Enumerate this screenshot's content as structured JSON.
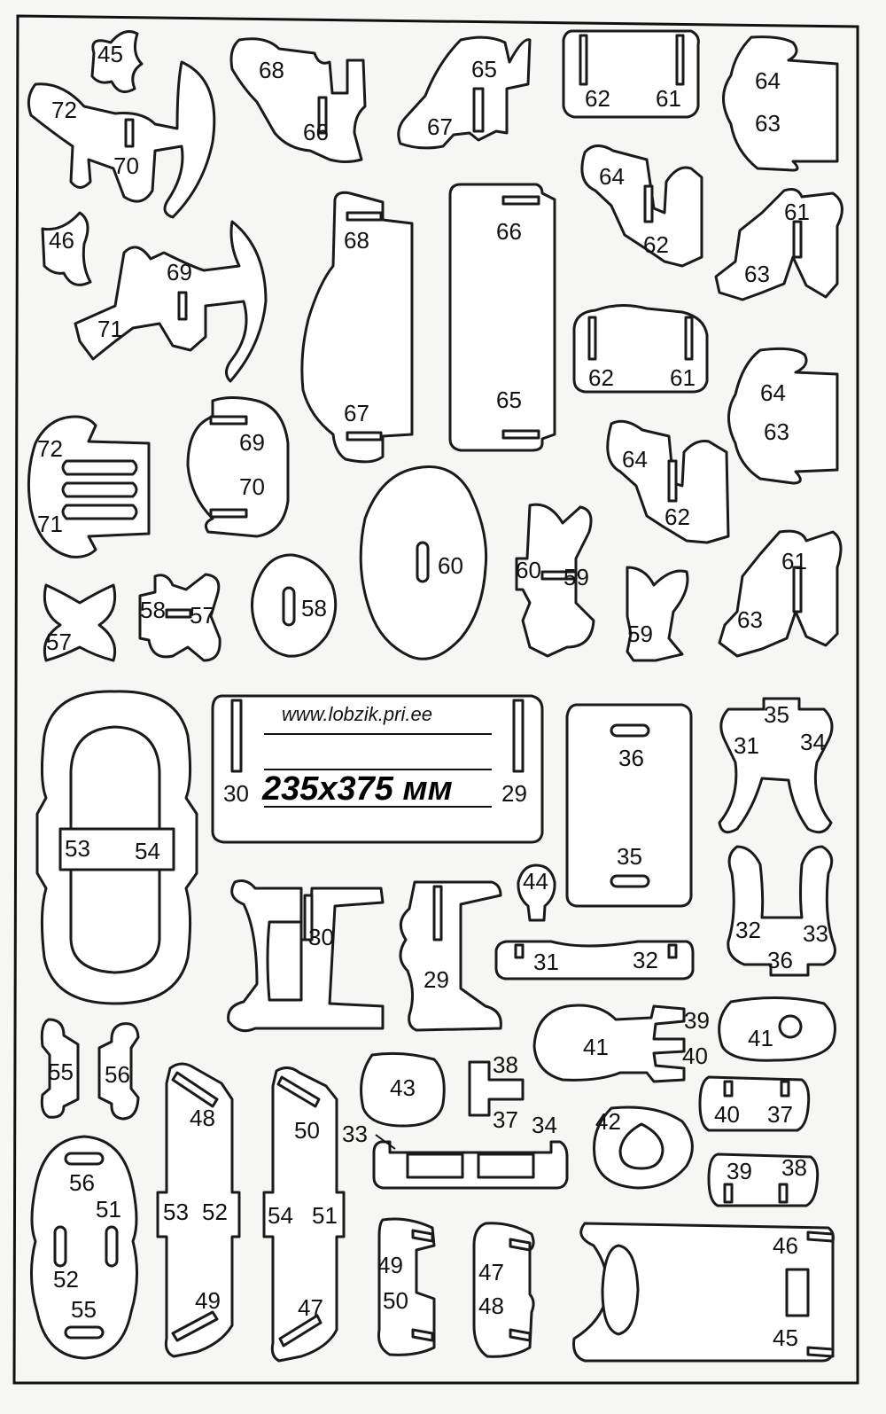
{
  "website": "www.lobzik.pri.ee",
  "dimensions": "235x375 мм",
  "labels": {
    "n29": "29",
    "n30": "30",
    "n31": "31",
    "n32": "32",
    "n33": "33",
    "n34": "34",
    "n35": "35",
    "n36": "36",
    "n37": "37",
    "n38": "38",
    "n39": "39",
    "n40": "40",
    "n41": "41",
    "n42": "42",
    "n43": "43",
    "n44": "44",
    "n45": "45",
    "n46": "46",
    "n47": "47",
    "n48": "48",
    "n49": "49",
    "n50": "50",
    "n51": "51",
    "n52": "52",
    "n53": "53",
    "n54": "54",
    "n55": "55",
    "n56": "56",
    "n57": "57",
    "n58": "58",
    "n59": "59",
    "n60": "60",
    "n61": "61",
    "n62": "62",
    "n63": "63",
    "n64": "64",
    "n65": "65",
    "n66": "66",
    "n67": "67",
    "n68": "68",
    "n69": "69",
    "n70": "70",
    "n71": "71",
    "n72": "72"
  }
}
